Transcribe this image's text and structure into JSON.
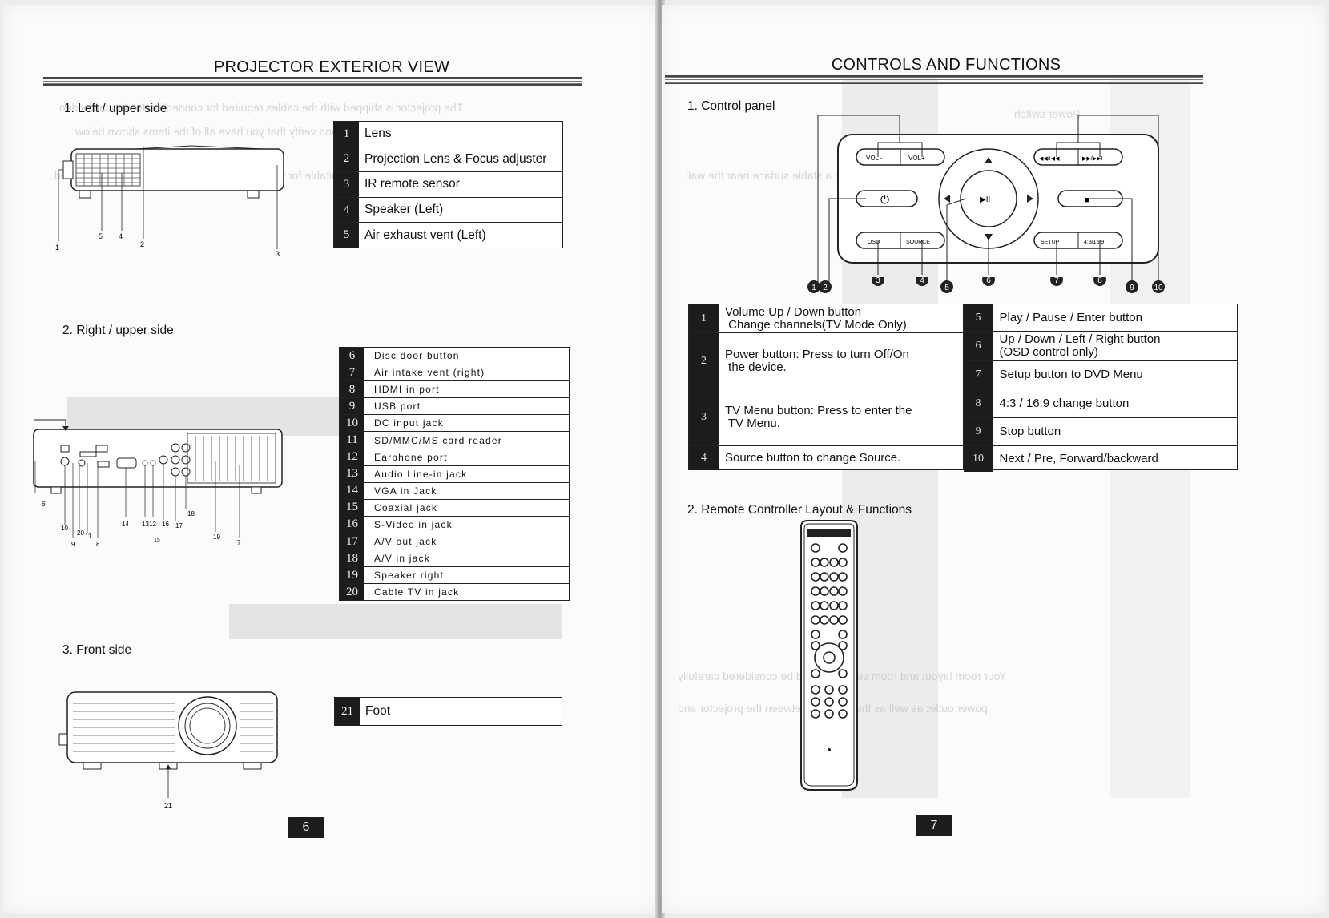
{
  "left_page": {
    "title": "PROJECTOR EXTERIOR VIEW",
    "page_number": "6",
    "sections": {
      "left_upper": "1. Left / upper side",
      "right_upper": "2. Right / upper side",
      "front": "3. Front side"
    },
    "left_upper_parts": [
      {
        "num": "1",
        "label": "Lens"
      },
      {
        "num": "2",
        "label": "Projection Lens & Focus adjuster"
      },
      {
        "num": "3",
        "label": "IR remote sensor"
      },
      {
        "num": "4",
        "label": "Speaker (Left)"
      },
      {
        "num": "5",
        "label": "Air exhaust vent (Left)"
      }
    ],
    "right_upper_parts": [
      {
        "num": "6",
        "label": "Disc door button"
      },
      {
        "num": "7",
        "label": "Air intake vent (right)"
      },
      {
        "num": "8",
        "label": "HDMI in port"
      },
      {
        "num": "9",
        "label": "USB port"
      },
      {
        "num": "10",
        "label": "DC input jack"
      },
      {
        "num": "11",
        "label": "SD/MMC/MS card reader"
      },
      {
        "num": "12",
        "label": "Earphone port"
      },
      {
        "num": "13",
        "label": "Audio Line-in jack"
      },
      {
        "num": "14",
        "label": "VGA in Jack"
      },
      {
        "num": "15",
        "label": "Coaxial jack"
      },
      {
        "num": "16",
        "label": "S-Video  in jack"
      },
      {
        "num": "17",
        "label": "A/V out jack"
      },
      {
        "num": "18",
        "label": "A/V in jack"
      },
      {
        "num": "19",
        "label": "Speaker right"
      },
      {
        "num": "20",
        "label": "Cable TV in jack"
      }
    ],
    "front_parts": [
      {
        "num": "21",
        "label": "Foot"
      }
    ],
    "callouts_top": [
      "1",
      "5",
      "4",
      "2",
      "3"
    ],
    "callouts_side": [
      "6",
      "10",
      "9",
      "20",
      "11",
      "8",
      "14",
      "13",
      "12",
      "16",
      "17",
      "18",
      "19",
      "7",
      "15"
    ],
    "callouts_front": [
      "21"
    ]
  },
  "right_page": {
    "title": "CONTROLS AND FUNCTIONS",
    "page_number": "7",
    "sections": {
      "control_panel": "1. Control panel",
      "remote": "2. Remote Controller Layout & Functions"
    },
    "panel_buttons": {
      "vol_minus": "VOL -",
      "vol_plus": "VOL+",
      "osd": "OSD",
      "source": "SOURCE",
      "setup": "SETUP",
      "aspect": "4:3/16:9",
      "play_pause": "▶II",
      "power": "⏻",
      "stop": "■",
      "prev": "◀◀/I◀◀",
      "next": "▶▶/▶▶I"
    },
    "panel_callouts": [
      "1",
      "2",
      "3",
      "4",
      "5",
      "6",
      "7",
      "8",
      "9",
      "10"
    ],
    "controls_left": [
      {
        "num": "1",
        "lines": [
          "Volume Up / Down button",
          " Change channels(TV Mode Only)"
        ]
      },
      {
        "num": "2",
        "lines": [
          "Power button: Press to turn Off/On",
          " the device."
        ]
      },
      {
        "num": "3",
        "lines": [
          "TV Menu button: Press to enter the",
          " TV Menu."
        ]
      },
      {
        "num": "4",
        "lines": [
          "Source button to change Source."
        ]
      }
    ],
    "controls_right": [
      {
        "num": "5",
        "lines": [
          "Play / Pause / Enter button"
        ]
      },
      {
        "num": "6",
        "lines": [
          "Up / Down / Left / Right button",
          "(OSD control only)"
        ]
      },
      {
        "num": "7",
        "lines": [
          "Setup button to DVD Menu"
        ]
      },
      {
        "num": "8",
        "lines": [
          "4:3 / 16:9 change button"
        ]
      },
      {
        "num": "9",
        "lines": [
          "Stop button"
        ]
      },
      {
        "num": "10",
        "lines": [
          "Next / Pre, Forward/backward"
        ]
      }
    ]
  }
}
